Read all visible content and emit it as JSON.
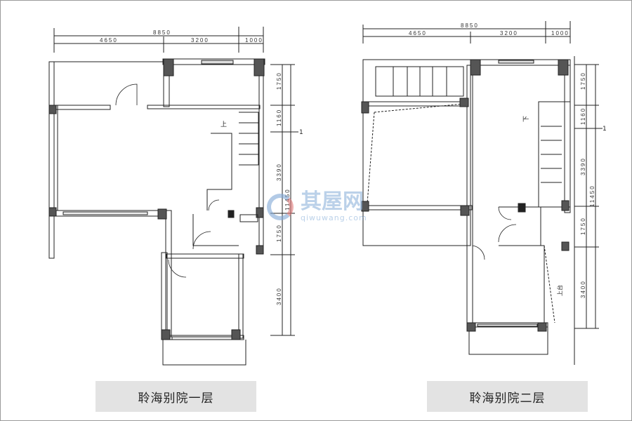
{
  "plans": [
    {
      "caption": "聆海别院一层",
      "top_total": "8850",
      "top_parts": [
        "4650",
        "3200",
        "1000"
      ],
      "right_parts": [
        "1750",
        "1160",
        "3390",
        "1750",
        "3400"
      ],
      "right_total": "11450",
      "axis_label": "1",
      "stair_label": "上"
    },
    {
      "caption": "聆海别院二层",
      "top_total": "8850",
      "top_parts": [
        "4650",
        "3200",
        "1000"
      ],
      "right_parts": [
        "1750",
        "1160",
        "3390",
        "1750",
        "3400"
      ],
      "right_total": "11450",
      "axis_label": "1",
      "stair_label": "下",
      "balcony_label": "上台"
    }
  ],
  "watermark": {
    "name": "其屋网",
    "url": "qiwuwang.com"
  }
}
